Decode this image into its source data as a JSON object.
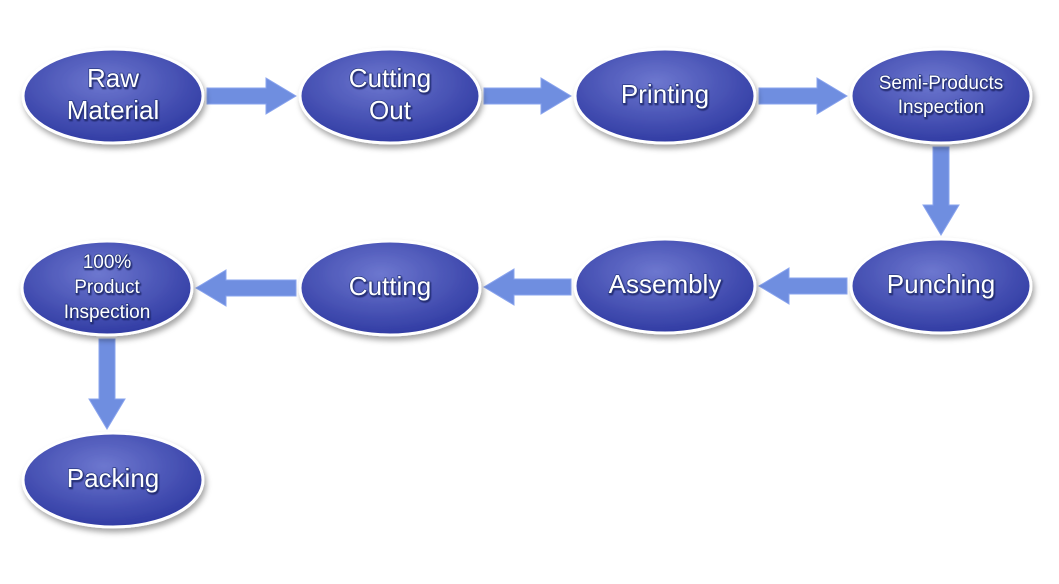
{
  "colors": {
    "node_fill_light": "#6d77cf",
    "node_fill_dark": "#2c37a0",
    "node_outline": "#ffffff",
    "arrow": "#6f8ee0",
    "text": "#ffffff",
    "background": "#ffffff"
  },
  "nodes": [
    {
      "id": "raw-material",
      "lines": [
        "Raw",
        "Material"
      ]
    },
    {
      "id": "cutting-out",
      "lines": [
        "Cutting",
        "Out"
      ]
    },
    {
      "id": "printing",
      "lines": [
        "Printing"
      ]
    },
    {
      "id": "semi-products-inspection",
      "lines": [
        "Semi-Products",
        "Inspection"
      ]
    },
    {
      "id": "punching",
      "lines": [
        "Punching"
      ]
    },
    {
      "id": "assembly",
      "lines": [
        "Assembly"
      ]
    },
    {
      "id": "cutting",
      "lines": [
        "Cutting"
      ]
    },
    {
      "id": "product-inspection",
      "lines": [
        "100%",
        "Product",
        "Inspection"
      ]
    },
    {
      "id": "packing",
      "lines": [
        "Packing"
      ]
    }
  ],
  "edges": [
    {
      "from": "raw-material",
      "to": "cutting-out"
    },
    {
      "from": "cutting-out",
      "to": "printing"
    },
    {
      "from": "printing",
      "to": "semi-products-inspection"
    },
    {
      "from": "semi-products-inspection",
      "to": "punching"
    },
    {
      "from": "punching",
      "to": "assembly"
    },
    {
      "from": "assembly",
      "to": "cutting"
    },
    {
      "from": "cutting",
      "to": "product-inspection"
    },
    {
      "from": "product-inspection",
      "to": "packing"
    }
  ]
}
